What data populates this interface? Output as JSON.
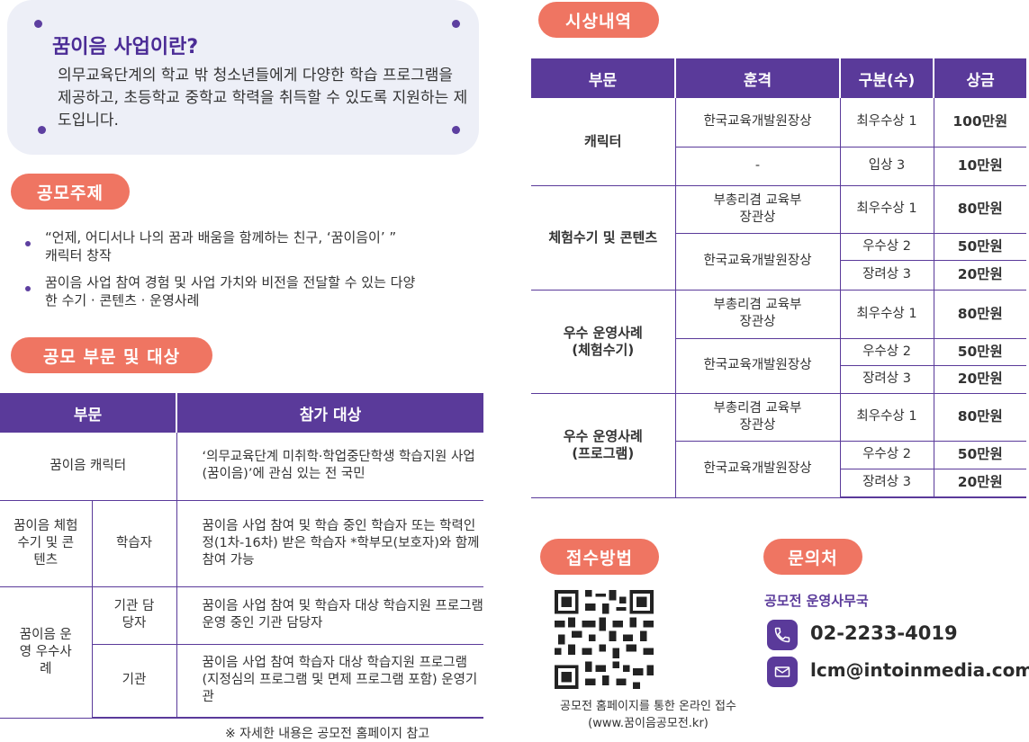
{
  "intro": {
    "title": "꿈이음 사업이란?",
    "body": "의무교육단계의 학교 밖 청소년들에게 다양한 학습 프로그램을 제공하고, 초등학교 중학교 학력을 취득할 수 있도록 지원하는 제도입니다."
  },
  "theme": {
    "heading": "공모주제",
    "items": [
      "“언제, 어디서나 나의 꿈과 배움을 함께하는 친구, ‘꿈이음이’ ” 캐릭터 창작",
      "꿈이음 사업 참여 경험 및 사업 가치와 비전을 전달할 수 있는 다양한 수기 · 콘텐츠 · 운영사례"
    ]
  },
  "categories": {
    "heading": "공모 부문 및 대상",
    "headers": [
      "부문",
      "참가 대상"
    ],
    "rows": {
      "character": {
        "name": "꿈이음 캐릭터",
        "target": "‘의무교육단계 미취학·학업중단학생 학습지원 사업(꿈이음)’에 관심 있는 전 국민"
      },
      "essay": {
        "name": "꿈이음 체험수기 및 콘텐츠",
        "sub": "학습자",
        "target": "꿈이음 사업 참여 및 학습 중인 학습자 또는 학력인정(1차-16차) 받은 학습자 *학부모(보호자)와 함께 참여 가능"
      },
      "case": {
        "name": "꿈이음 운영 우수사례",
        "sub1": "기관 담당자",
        "target1": "꿈이음 사업 참여 및 학습자 대상 학습지원 프로그램 운영 중인 기관 담당자",
        "sub2": "기관",
        "target2": "꿈이음 사업 참여 학습자 대상 학습지원 프로그램 (지정심의 프로그램 및 면제 프로그램 포함) 운영기관"
      }
    },
    "note": "※ 자세한 내용은 공모전 홈페이지 참고"
  },
  "awards": {
    "heading": "시상내역",
    "headers": [
      "부문",
      "훈격",
      "구분(수)",
      "상금"
    ],
    "sections": [
      {
        "name": "캐릭터",
        "rows": [
          {
            "grade": "한국교육개발원장상",
            "type": "최우수상 1",
            "prize": "100만원"
          },
          {
            "grade": "-",
            "type": "입상 3",
            "prize": "10만원"
          }
        ]
      },
      {
        "name": "체험수기 및 콘텐츠",
        "rows": [
          {
            "grade": "부총리겸 교육부장관상",
            "type": "최우수상 1",
            "prize": "80만원"
          },
          {
            "grade": "한국교육개발원장상",
            "type": "우수상 2",
            "prize": "50만원"
          },
          {
            "type": "장려상 3",
            "prize": "20만원"
          }
        ]
      },
      {
        "name": "우수 운영사례 (체험수기)",
        "rows": [
          {
            "grade": "부총리겸 교육부장관상",
            "type": "최우수상 1",
            "prize": "80만원"
          },
          {
            "grade": "한국교육개발원장상",
            "type": "우수상 2",
            "prize": "50만원"
          },
          {
            "type": "장려상 3",
            "prize": "20만원"
          }
        ]
      },
      {
        "name": "우수 운영사례 (프로그램)",
        "rows": [
          {
            "grade": "부총리겸 교육부장관상",
            "type": "최우수상 1",
            "prize": "80만원"
          },
          {
            "grade": "한국교육개발원장상",
            "type": "우수상 2",
            "prize": "50만원"
          },
          {
            "type": "장려상 3",
            "prize": "20만원"
          }
        ]
      }
    ]
  },
  "submission": {
    "heading": "접수방법",
    "qr_icon": "qr-code-icon",
    "caption_line1": "공모전 홈페이지를 통한 온라인 접수",
    "caption_line2": "(www.꿈이음공모전.kr)"
  },
  "contact": {
    "heading": "문의처",
    "org": "공모전 운영사무국",
    "phone": "02-2233-4019",
    "email": "lcm@intoinmedia.com",
    "phone_icon": "phone-icon",
    "email_icon": "mail-icon"
  },
  "colors": {
    "purple": "#5a3a9a",
    "coral": "#ef7562",
    "intro_bg": "#edeff7"
  }
}
